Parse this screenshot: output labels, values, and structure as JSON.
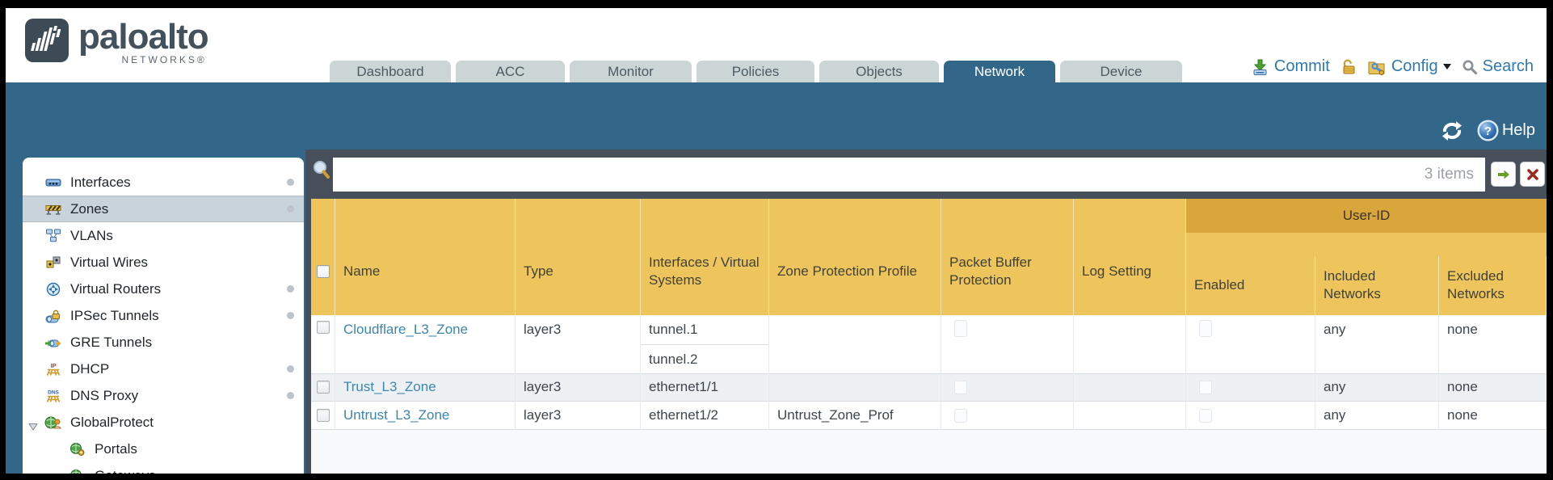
{
  "header": {
    "brand": {
      "name": "paloalto",
      "subtitle": "NETWORKS®"
    },
    "tabs": [
      {
        "label": "Dashboard",
        "active": false
      },
      {
        "label": "ACC",
        "active": false
      },
      {
        "label": "Monitor",
        "active": false
      },
      {
        "label": "Policies",
        "active": false
      },
      {
        "label": "Objects",
        "active": false
      },
      {
        "label": "Network",
        "active": true
      },
      {
        "label": "Device",
        "active": false
      }
    ],
    "toolbar": {
      "commit_label": "Commit",
      "config_label": "Config",
      "search_label": "Search"
    },
    "help_label": "Help"
  },
  "sidebar": {
    "items": [
      {
        "label": "Interfaces",
        "icon": "interfaces-icon",
        "selected": false,
        "has_dot": true,
        "indent": 0
      },
      {
        "label": "Zones",
        "icon": "zones-icon",
        "selected": true,
        "has_dot": true,
        "indent": 0
      },
      {
        "label": "VLANs",
        "icon": "vlans-icon",
        "selected": false,
        "has_dot": false,
        "indent": 0
      },
      {
        "label": "Virtual Wires",
        "icon": "virtual-wires-icon",
        "selected": false,
        "has_dot": false,
        "indent": 0
      },
      {
        "label": "Virtual Routers",
        "icon": "virtual-routers-icon",
        "selected": false,
        "has_dot": true,
        "indent": 0
      },
      {
        "label": "IPSec Tunnels",
        "icon": "ipsec-tunnels-icon",
        "selected": false,
        "has_dot": true,
        "indent": 0
      },
      {
        "label": "GRE Tunnels",
        "icon": "gre-tunnels-icon",
        "selected": false,
        "has_dot": false,
        "indent": 0
      },
      {
        "label": "DHCP",
        "icon": "dhcp-icon",
        "selected": false,
        "has_dot": true,
        "indent": 0
      },
      {
        "label": "DNS Proxy",
        "icon": "dns-proxy-icon",
        "selected": false,
        "has_dot": true,
        "indent": 0
      },
      {
        "label": "GlobalProtect",
        "icon": "globalprotect-icon",
        "selected": false,
        "has_dot": false,
        "indent": 0,
        "expanded": true
      },
      {
        "label": "Portals",
        "icon": "portals-icon",
        "selected": false,
        "has_dot": false,
        "indent": 1
      },
      {
        "label": "Gateways",
        "icon": "gateways-icon",
        "selected": false,
        "has_dot": false,
        "indent": 1
      }
    ]
  },
  "search": {
    "items_count": "3 items",
    "value": ""
  },
  "table": {
    "user_id_label": "User-ID",
    "columns": [
      "Name",
      "Type",
      "Interfaces / Virtual Systems",
      "Zone Protection Profile",
      "Packet Buffer Protection",
      "Log Setting",
      "Enabled",
      "Included Networks",
      "Excluded Networks"
    ],
    "rows": [
      {
        "name": "Cloudflare_L3_Zone",
        "type": "layer3",
        "interfaces": [
          "tunnel.1",
          "tunnel.2"
        ],
        "zone_protection_profile": "",
        "log_setting": "",
        "included_networks": "any",
        "excluded_networks": "none"
      },
      {
        "name": "Trust_L3_Zone",
        "type": "layer3",
        "interfaces": [
          "ethernet1/1"
        ],
        "zone_protection_profile": "",
        "log_setting": "",
        "included_networks": "any",
        "excluded_networks": "none"
      },
      {
        "name": "Untrust_L3_Zone",
        "type": "layer3",
        "interfaces": [
          "ethernet1/2"
        ],
        "zone_protection_profile": "Untrust_Zone_Prof",
        "log_setting": "",
        "included_networks": "any",
        "excluded_networks": "none"
      }
    ]
  },
  "colors": {
    "teal_header": "#33678a",
    "table_header_gold": "#eec55c",
    "user_id_band": "#d9a63c",
    "link_blue": "#3c85ad",
    "toolbar_link_blue": "#2e79ae",
    "content_background": "#47505a",
    "inactive_tab": "#ccd5d6",
    "alt_row": "#edf1f4"
  }
}
